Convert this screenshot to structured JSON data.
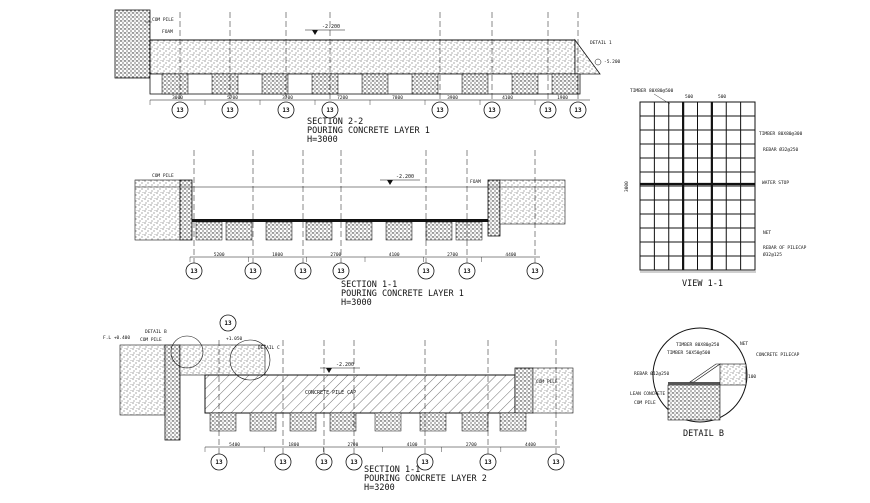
{
  "sections": {
    "top": {
      "title_line1": "SECTION 2-2",
      "title_line2": "POURING CONCRETE LAYER 1",
      "title_line3": "H=3000",
      "labels": {
        "com_pile": "COM PILE",
        "foam": "FOAM",
        "detail": "DETAIL 1",
        "level_a": "-2.200",
        "level_b": "-5.200"
      },
      "dims": [
        "3000",
        "5700",
        "3700",
        "7200",
        "7800",
        "3900",
        "4100",
        "1900"
      ]
    },
    "middle": {
      "title_line1": "SECTION 1-1",
      "title_line2": "POURING CONCRETE LAYER 1",
      "title_line3": "H=3000",
      "labels": {
        "com_pile": "COM PILE",
        "foam": "FOAM",
        "level_a": "-2.200"
      },
      "dims": [
        "5200",
        "1800",
        "2700",
        "4100",
        "2700",
        "4400"
      ]
    },
    "bottom": {
      "title_line1": "SECTION 1-1",
      "title_line2": "POURING CONCRETE LAYER 2",
      "title_line3": "H=3200",
      "labels": {
        "fl": "F.L +0.400",
        "detail_b": "DETAIL B",
        "com_pile": "COM PILE",
        "detail_c": "DETAIL C",
        "pile_cap": "CONCRETE PILE CAP",
        "level_a": "+1.050",
        "level_b": "-2.200",
        "com_pile_right": "COM PILE"
      },
      "dims": [
        "5400",
        "1800",
        "2700",
        "4100",
        "2700",
        "4400"
      ]
    }
  },
  "view": {
    "title": "VIEW 1-1",
    "height_dim": "3000",
    "top_dims": [
      "500",
      "500"
    ],
    "labels": {
      "timber_top": "TIMBER 80X80@500",
      "timber_side": "TIMBER 80X80@300",
      "rebar": "REBAR Ø32@250",
      "water_stop": "WATER STOP",
      "net": "NET",
      "rebar_pilecap": "REBAR OF PILECAP",
      "rebar_pilecap_2": "Ø32@125"
    }
  },
  "detail_b": {
    "title": "DETAIL B",
    "labels": {
      "timber_a": "TIMBER 80X80@250",
      "timber_b": "TIMBER 50X50@500",
      "net": "NET",
      "pilecap": "CONCRETE PILECAP",
      "rebar": "REBAR Ø12@250",
      "lean": "LEAN CONCRETE",
      "com_pile": "COM PILE",
      "dim": "100"
    }
  },
  "grid_marker": "13"
}
